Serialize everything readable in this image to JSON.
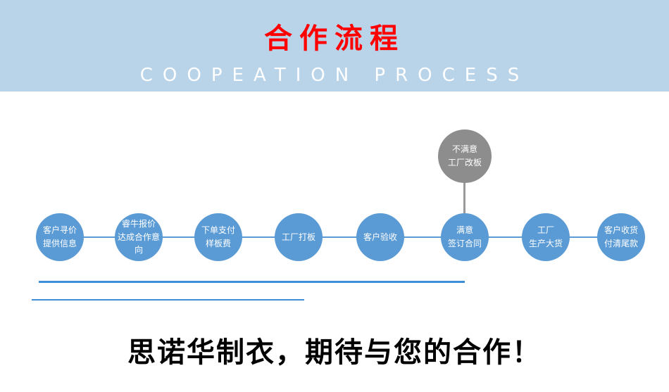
{
  "banner": {
    "title": "合作流程",
    "subtitle": "COOPEATION PROCESS"
  },
  "flow": {
    "unsatisfied": "不满意\n工厂改板",
    "steps": [
      {
        "label": "客户寻价\n提供信息"
      },
      {
        "label": "睿牛报价\n达成合作意向"
      },
      {
        "label": "下单支付\n样板费"
      },
      {
        "label": "工厂打板"
      },
      {
        "label": "客户验收"
      },
      {
        "label": "满意\n签订合同"
      },
      {
        "label": "工厂\n生产大货"
      },
      {
        "label": "客户收货\n付清尾款"
      }
    ]
  },
  "footer": {
    "slogan": "思诺华制衣，期待与您的合作！"
  },
  "colors": {
    "banner_bg": "#b9d3e9",
    "title_red": "#fe0000",
    "subtitle_white": "#ffffff",
    "circle_blue": "#5b9bd5",
    "circle_gray": "#8d8d8d",
    "line_blue": "#3f8fd8"
  }
}
